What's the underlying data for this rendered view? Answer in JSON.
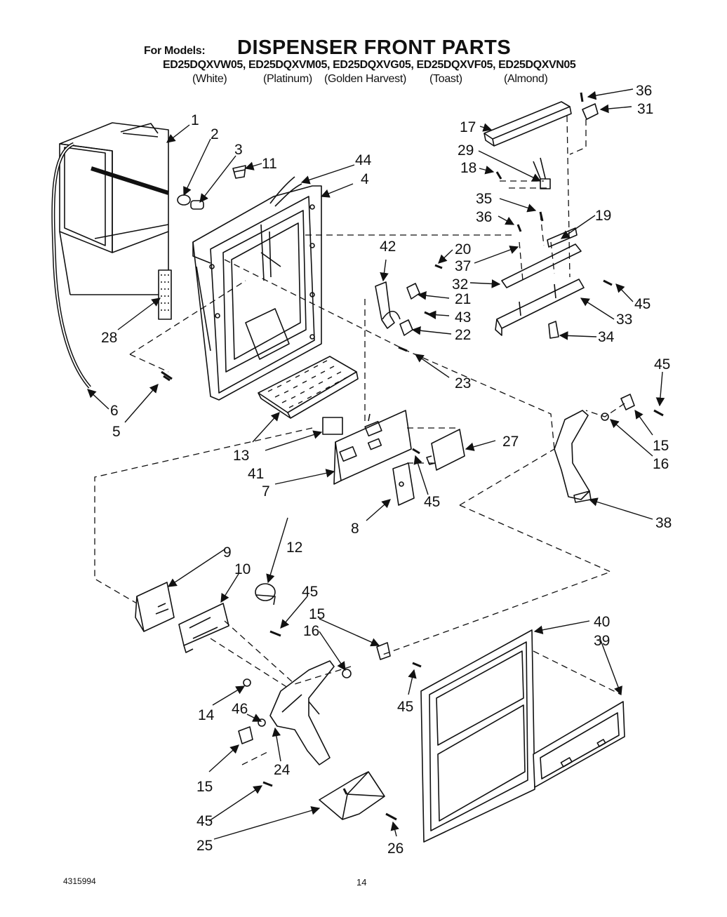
{
  "header": {
    "for_models": "For Models:",
    "title": "DISPENSER FRONT PARTS",
    "models": "ED25DQXVW05, ED25DQXVM05, ED25DQXVG05, ED25DQXVF05, ED25DQXVN05",
    "colors": [
      "(White)",
      "(Platinum)",
      "(Golden Harvest)",
      "(Toast)",
      "(Almond)"
    ]
  },
  "footer": {
    "part_number": "4315994",
    "page": "14"
  },
  "callouts": [
    "1",
    "2",
    "3",
    "11",
    "44",
    "4",
    "28",
    "6",
    "5",
    "13",
    "41",
    "7",
    "8",
    "42",
    "20",
    "21",
    "43",
    "22",
    "23",
    "27",
    "45",
    "17",
    "29",
    "18",
    "35",
    "36",
    "19",
    "37",
    "32",
    "33",
    "34",
    "31",
    "15",
    "16",
    "38",
    "9",
    "10",
    "12",
    "14",
    "46",
    "24",
    "25",
    "26",
    "40",
    "39"
  ]
}
